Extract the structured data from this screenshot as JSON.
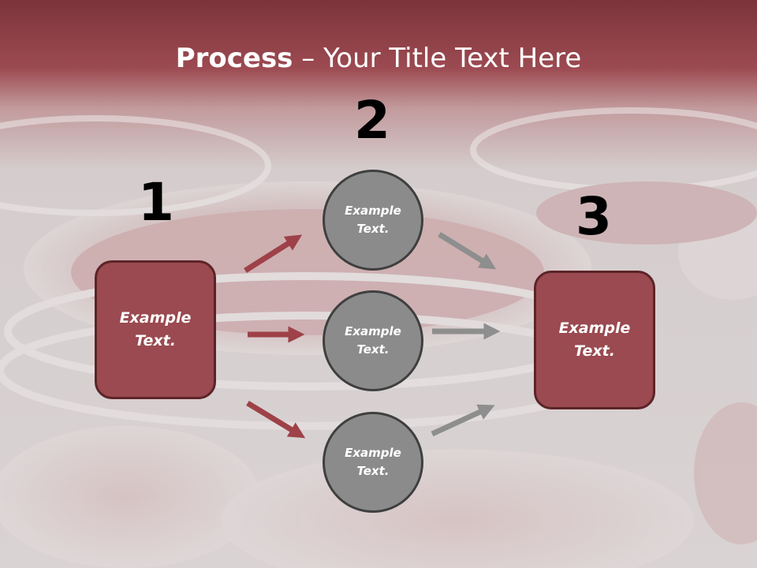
{
  "slide": {
    "title_bold": "Process",
    "title_rest": " – Your Title Text Here",
    "step_numbers": [
      "1",
      "2",
      "3"
    ],
    "left_box": "Example Text.",
    "circles": [
      "Example Text.",
      "Example Text.",
      "Example Text."
    ],
    "right_box": "Example Text."
  },
  "colors": {
    "header_band": "#7c343b",
    "box_fill": "#9a4a50",
    "box_border": "#5c2428",
    "circle_fill": "#8b8b8b",
    "circle_border": "#3f3f3f",
    "arrow_red": "#9e4148",
    "arrow_gray": "#8e8e8e"
  }
}
